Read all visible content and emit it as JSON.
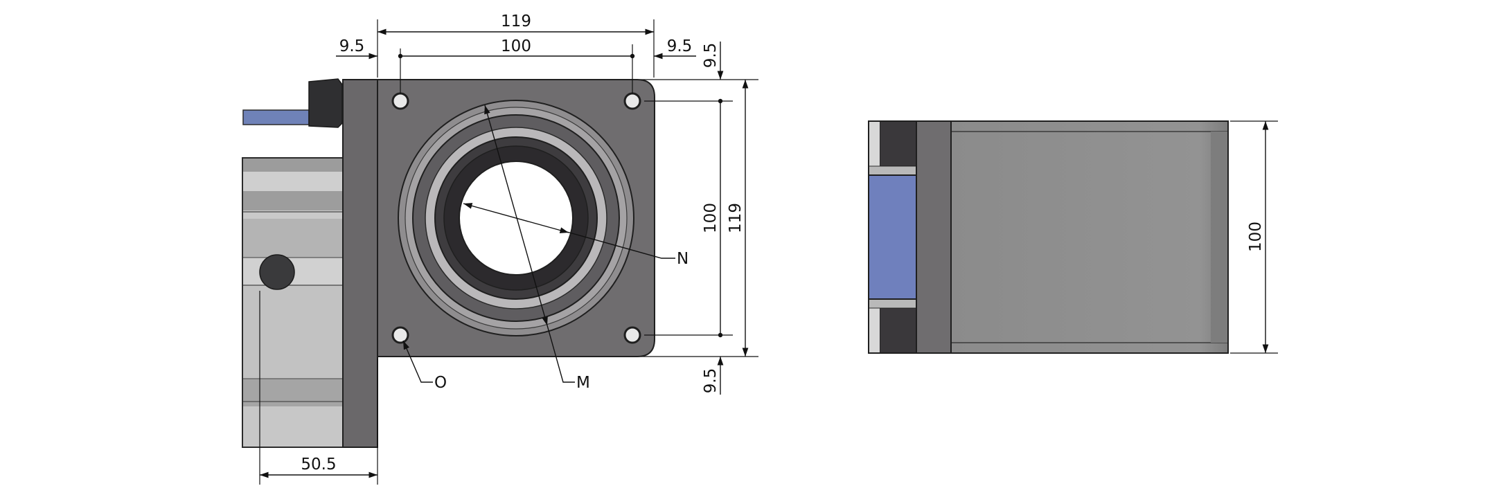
{
  "colors": {
    "plate": "#6e6c6e",
    "plate_edge": "#5b595b",
    "ring_outer": "#8f8d8f",
    "ring_mid": "#b9b7b9",
    "ring_dark": "#3d3b3e",
    "bore": "#ffffff",
    "body_light": "#c7c7c7",
    "body_mid": "#a9a9a9",
    "body_dark": "#8a8a8a",
    "cable": "#6f82b8",
    "connector": "#2f2f31",
    "side_body": "#8e8e8e",
    "side_flange": "#6d6d6d",
    "side_blue": "#6f80bd",
    "line": "#111111"
  },
  "dimensions": {
    "front_width_overall": "119",
    "front_hole_spacing_top": "100",
    "front_margin_left": "9.5",
    "front_margin_right": "9.5",
    "front_margin_top": "9.5",
    "front_margin_bottom": "9.5",
    "front_hole_spacing_vertical": "100",
    "front_height_overall": "119",
    "body_depth_bottom": "50.5",
    "side_height": "100"
  },
  "callouts": {
    "N": "N",
    "M": "M",
    "O": "O"
  }
}
